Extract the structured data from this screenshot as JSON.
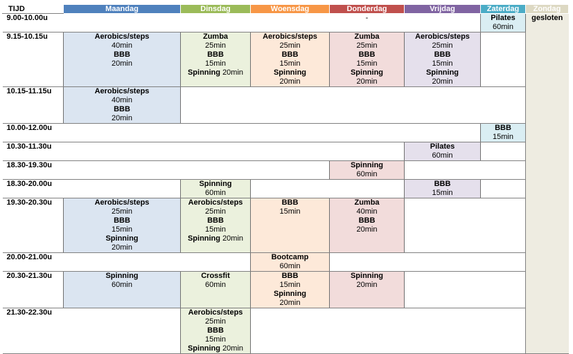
{
  "colors": {
    "maandag": "#4f81bd",
    "dinsdag": "#9bbb59",
    "woensdag": "#f79646",
    "donderdag": "#c0504d",
    "vrijdag": "#8064a2",
    "zaterdag": "#4bacc6",
    "zondag": "#ddd9c3",
    "fill_blue": "#dbe5f1",
    "fill_green": "#ebf1dd",
    "fill_orange": "#fde9d9",
    "fill_red": "#f2dcdb",
    "fill_purple": "#e5e0ec",
    "fill_cyan": "#daeef3",
    "fill_sunday": "#eeece1"
  },
  "header": {
    "tijd": "TIJD",
    "maandag": "Maandag",
    "dinsdag": "Dinsdag",
    "woensdag": "Woensdag",
    "donderdag": "Donderdag",
    "vrijdag": "Vrijdag",
    "zaterdag": "Zaterdag",
    "zondag": "Zondag"
  },
  "times": {
    "t1": "9.00-10.00u",
    "t2": "9.15-10.15u",
    "t3": "10.15-11.15u",
    "t4": "10.00-12.00u",
    "t5": "10.30-11.30u",
    "t6": "18.30-19.30u",
    "t7": "18.30-20.00u",
    "t8": "19.30-20.30u",
    "t9": "20.00-21.00u",
    "t10": "20.30-21.30u",
    "t11": "21.30-22.30u"
  },
  "row1": {
    "donderdag_dash": "-",
    "zat_1": "Pilates",
    "zat_2": "60min",
    "zondag": "gesloten"
  },
  "row2": {
    "ma": [
      "Aerobics/steps",
      "40min",
      "BBB",
      "20min"
    ],
    "di": [
      "Zumba",
      "25min",
      "BBB",
      "15min",
      "Spinning",
      "20min"
    ],
    "wo": [
      "Aerobics/steps",
      "25min",
      "BBB",
      "15min",
      "Spinning",
      "20min"
    ],
    "do": [
      "Zumba",
      "25min",
      "BBB",
      "15min",
      "Spinning",
      "20min"
    ],
    "vr": [
      "Aerobics/steps",
      "25min",
      "BBB",
      "15min",
      "Spinning",
      "20min"
    ]
  },
  "row3": {
    "ma": [
      "Aerobics/steps",
      "40min",
      "BBB",
      "20min"
    ]
  },
  "row4": {
    "zat": [
      "BBB",
      "15min"
    ]
  },
  "row5": {
    "vr": [
      "Pilates",
      "60min"
    ]
  },
  "row6": {
    "do": [
      "Spinning",
      "60min"
    ]
  },
  "row7": {
    "di": [
      "Spinning",
      "60min"
    ],
    "vr": [
      "BBB",
      "15min"
    ]
  },
  "row8": {
    "ma": [
      "Aerobics/steps",
      "25min",
      "BBB",
      "15min",
      "Spinning",
      "20min"
    ],
    "di": [
      "Aerobics/steps",
      "25min",
      "BBB",
      "15min",
      "Spinning",
      "20min"
    ],
    "wo": [
      "BBB",
      "15min"
    ],
    "do": [
      "Zumba",
      "40min",
      "BBB",
      "20min"
    ]
  },
  "row9": {
    "wo": [
      "Bootcamp",
      "60min"
    ]
  },
  "row10": {
    "ma": [
      "Spinning",
      "60min"
    ],
    "di": [
      "Crossfit",
      "60min"
    ],
    "wo": [
      "BBB",
      "15min",
      "Spinning",
      "20min"
    ],
    "do": [
      "Spinning",
      "20min"
    ]
  },
  "row11": {
    "di": [
      "Aerobics/steps",
      "25min",
      "BBB",
      "15min",
      "Spinning",
      "20min"
    ]
  }
}
